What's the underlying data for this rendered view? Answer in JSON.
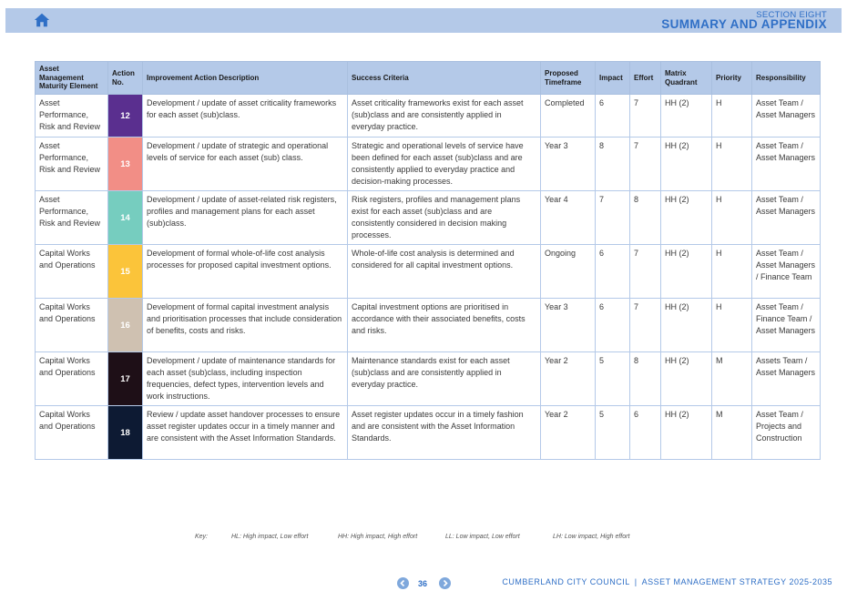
{
  "header": {
    "section_label": "SECTION EIGHT",
    "section_title": "SUMMARY AND APPENDIX",
    "band_color": "#b4c9e8",
    "accent_color": "#2f6fc6",
    "home_icon": "home-icon"
  },
  "table": {
    "columns": [
      "Asset Management Maturity Element",
      "Action No.",
      "Improvement Action Description",
      "Success Criteria",
      "Proposed Timeframe",
      "Impact",
      "Effort",
      "Matrix Quadrant",
      "Priority",
      "Responsibility"
    ],
    "rows": [
      {
        "element": "Asset Performance, Risk and Review",
        "action_no": "12",
        "color": "#5a2f8f",
        "description": "Development / update of asset criticality frameworks for each asset (sub)class.",
        "success": "Asset criticality frameworks exist for each asset (sub)class and are consistently applied in everyday practice.",
        "timeframe": "Completed",
        "impact": "6",
        "effort": "7",
        "quadrant": "HH (2)",
        "priority": "H",
        "responsibility": "Asset Team / Asset Managers"
      },
      {
        "element": "Asset Performance, Risk and Review",
        "action_no": "13",
        "color": "#f28e86",
        "description": "Development / update of strategic and operational levels of service for each asset (sub) class.",
        "success": "Strategic and operational levels of service have been defined for each asset (sub)class and are consistently applied to everyday practice and decision-making processes.",
        "timeframe": "Year 3",
        "impact": "8",
        "effort": "7",
        "quadrant": "HH (2)",
        "priority": "H",
        "responsibility": "Asset Team / Asset Managers"
      },
      {
        "element": "Asset Performance, Risk and Review",
        "action_no": "14",
        "color": "#76cdbf",
        "description": "Development / update of asset-related risk registers, profiles and management plans for each asset (sub)class.",
        "success": "Risk registers, profiles and management plans exist for each asset (sub)class and are consistently considered in decision making processes.",
        "timeframe": "Year 4",
        "impact": "7",
        "effort": "8",
        "quadrant": "HH (2)",
        "priority": "H",
        "responsibility": "Asset Team / Asset Managers"
      },
      {
        "element": "Capital Works and Operations",
        "action_no": "15",
        "color": "#fbc43a",
        "description": "Development of formal whole-of-life cost analysis processes for proposed capital investment options.",
        "success": "Whole-of-life cost analysis is determined and considered for all capital investment options.",
        "timeframe": "Ongoing",
        "impact": "6",
        "effort": "7",
        "quadrant": "HH (2)",
        "priority": "H",
        "responsibility": "Asset Team / Asset Managers / Finance Team"
      },
      {
        "element": "Capital Works and Operations",
        "action_no": "16",
        "color": "#cfc1b1",
        "description": "Development of formal capital investment analysis and prioritisation processes that include consideration of benefits, costs and risks.",
        "success": "Capital investment options are prioritised in accordance with their associated benefits, costs and risks.",
        "timeframe": "Year 3",
        "impact": "6",
        "effort": "7",
        "quadrant": "HH (2)",
        "priority": "H",
        "responsibility": "Asset Team / Finance Team / Asset Managers"
      },
      {
        "element": "Capital Works and Operations",
        "action_no": "17",
        "color": "#1e0f17",
        "description": "Development / update of maintenance standards for each asset (sub)class, including inspection frequencies, defect types, intervention levels and work instructions.",
        "success": "Maintenance standards exist for each asset (sub)class and are consistently applied in everyday practice.",
        "timeframe": "Year 2",
        "impact": "5",
        "effort": "8",
        "quadrant": "HH (2)",
        "priority": "M",
        "responsibility": "Assets Team / Asset Managers"
      },
      {
        "element": "Capital Works and Operations",
        "action_no": "18",
        "color": "#0d1a33",
        "description": "Review / update asset handover processes to ensure asset register updates occur in a timely manner and are consistent with the Asset Information Standards.",
        "success": "Asset register updates occur in a timely fashion and are consistent with the Asset Information Standards.",
        "timeframe": "Year 2",
        "impact": "5",
        "effort": "6",
        "quadrant": "HH (2)",
        "priority": "M",
        "responsibility": "Asset Team / Projects and Construction"
      }
    ]
  },
  "key": {
    "label": "Key:",
    "items": [
      "HL: High impact, Low effort",
      "HH: High impact, High effort",
      "LL: Low impact, Low effort",
      "LH: Low impact, High effort"
    ]
  },
  "footer": {
    "page_number": "36",
    "org": "CUMBERLAND CITY COUNCIL",
    "separator": "|",
    "doc_title": "ASSET MANAGEMENT STRATEGY 2025-2035"
  }
}
